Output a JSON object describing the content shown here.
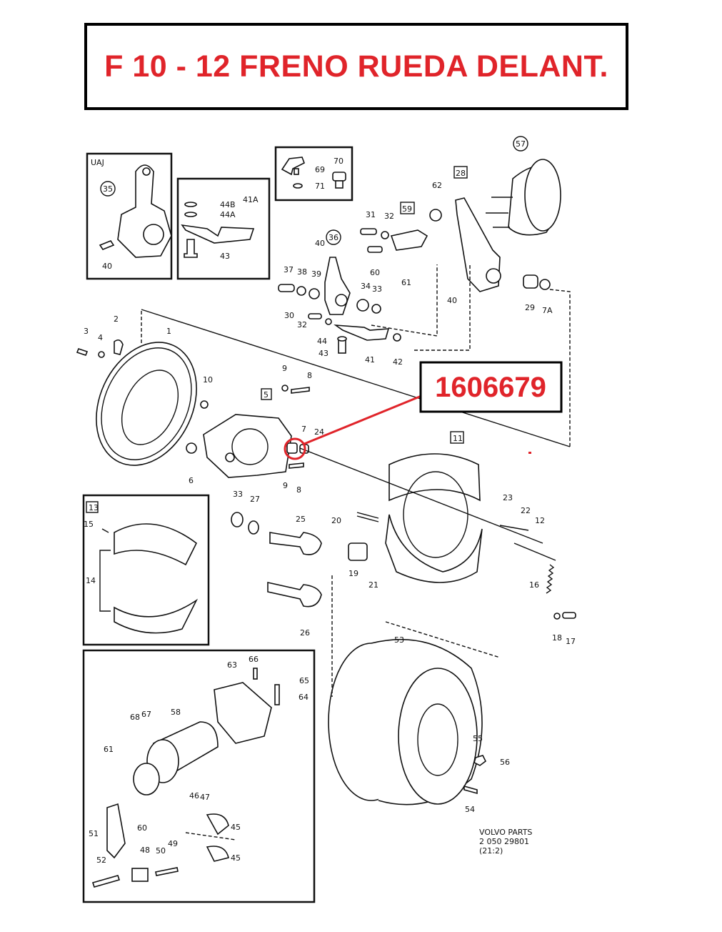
{
  "title": "F 10 - 12 FRENO RUEDA DELANT.",
  "callout": {
    "part_number": "1606679",
    "accent_color": "#e0242a"
  },
  "labels": {
    "uaj": "UAJ",
    "p35": "35",
    "p40a": "40",
    "p44b": "44B",
    "p44a": "44A",
    "p41a": "41A",
    "p43a": "43",
    "p69": "69",
    "p70": "70",
    "p71": "71",
    "p36": "36",
    "p40b": "40",
    "p37": "37",
    "p38": "38",
    "p39": "39",
    "p31": "31",
    "p32a": "32",
    "p59": "59",
    "p60a": "60",
    "p61a": "61",
    "p62": "62",
    "p28": "28",
    "p57": "57",
    "p34": "34",
    "p33a": "33",
    "p30": "30",
    "p32b": "32",
    "p44": "44",
    "p43b": "43",
    "p41": "41",
    "p42": "42",
    "p40c": "40",
    "p29": "29",
    "p7a": "7A",
    "p1": "1",
    "p2": "2",
    "p3": "3",
    "p4": "4",
    "p10": "10",
    "p5": "5",
    "p9a": "9",
    "p8a": "8",
    "p7": "7",
    "p24": "24",
    "p9b": "9",
    "p8b": "8",
    "p6": "6",
    "p11": "11",
    "p23": "23",
    "p22": "22",
    "p20": "20",
    "p12": "12",
    "p19": "19",
    "p21": "21",
    "p16": "16",
    "p18": "18",
    "p17": "17",
    "p33b": "33",
    "p27": "27",
    "p25": "25",
    "p26": "26",
    "p13": "13",
    "p15": "15",
    "p14": "14",
    "p53": "53",
    "p55": "55",
    "p56": "56",
    "p54": "54",
    "p63": "63",
    "p66": "66",
    "p65": "65",
    "p64": "64",
    "p58": "58",
    "p68": "68",
    "p67": "67",
    "p61b": "61",
    "p60b": "60",
    "p51": "51",
    "p46": "46",
    "p47": "47",
    "p45a": "45",
    "p45b": "45",
    "p48": "48",
    "p50": "50",
    "p49": "49",
    "p52": "52"
  },
  "footer": {
    "line1": "VOLVO PARTS",
    "line2": "2 050  29801",
    "line3": "(21:2)"
  }
}
